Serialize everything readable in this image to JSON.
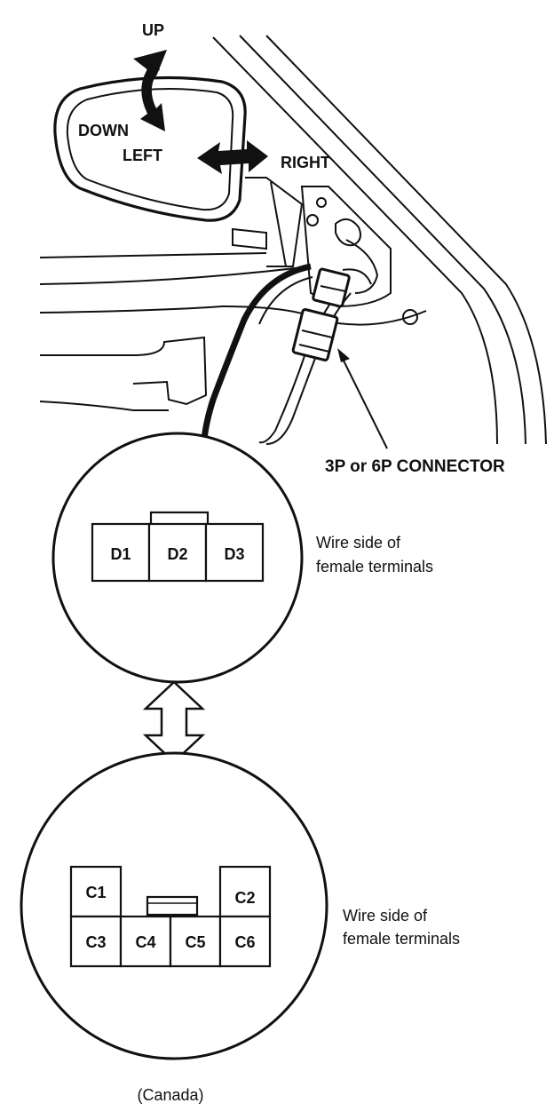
{
  "mirror": {
    "up": "UP",
    "down": "DOWN",
    "left": "LEFT",
    "right": "RIGHT"
  },
  "connector": {
    "callout": "3P or 6P CONNECTOR"
  },
  "detail_3p": {
    "terminals": [
      "D1",
      "D2",
      "D3"
    ],
    "caption_line1": "Wire side of",
    "caption_line2": "female terminals"
  },
  "detail_6p": {
    "terminals": [
      "C1",
      "C2",
      "C3",
      "C4",
      "C5",
      "C6"
    ],
    "caption_line1": "Wire side of",
    "caption_line2": "female terminals",
    "region_note": "(Canada)"
  }
}
